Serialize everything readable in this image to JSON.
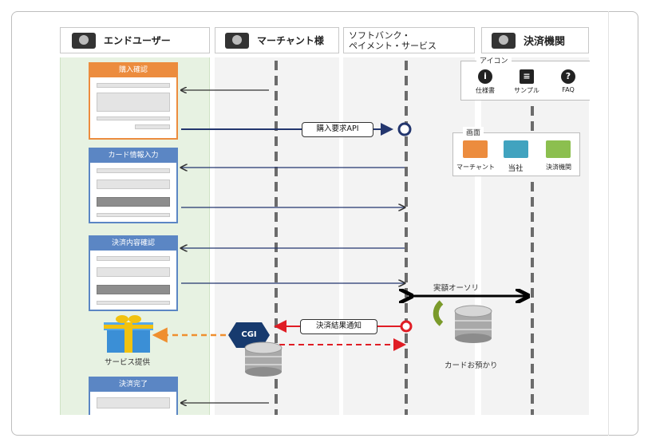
{
  "lanes": {
    "end_user": "エンドユーザー",
    "merchant": "マーチャント様",
    "sbps_line1": "ソフトバンク・",
    "sbps_line2": "ペイメント・サービス",
    "settlement": "決済機関"
  },
  "screens": {
    "purchase_confirm": "購入確認",
    "card_input": "カード情報入力",
    "payment_confirm": "決済内容確認",
    "payment_complete": "決済完了"
  },
  "messages": {
    "purchase_request_api": "購入要求API",
    "settlement_result_notice": "決済結果通知",
    "actual_auth": "実額オーソリ",
    "service_provision": "サービス提供",
    "card_storage": "カードお預かり",
    "cgi_label": "CGI"
  },
  "icon_legend": {
    "title": "アイコン",
    "items": [
      {
        "label": "仕様書",
        "icon": "info-icon"
      },
      {
        "label": "サンプル",
        "icon": "sample-document-icon"
      },
      {
        "label": "FAQ",
        "icon": "question-icon"
      }
    ]
  },
  "screen_legend": {
    "title": "画面",
    "items": [
      {
        "label": "マーチャント",
        "color": "#ec8c3e"
      },
      {
        "label": "当社",
        "color": "#41a3bf"
      },
      {
        "label": "決済機関",
        "color": "#8cbf4f"
      }
    ]
  },
  "colors": {
    "arrow_navy": "#23366e",
    "notice_red": "#e01d25",
    "service_orange": "#ef8f2f"
  }
}
